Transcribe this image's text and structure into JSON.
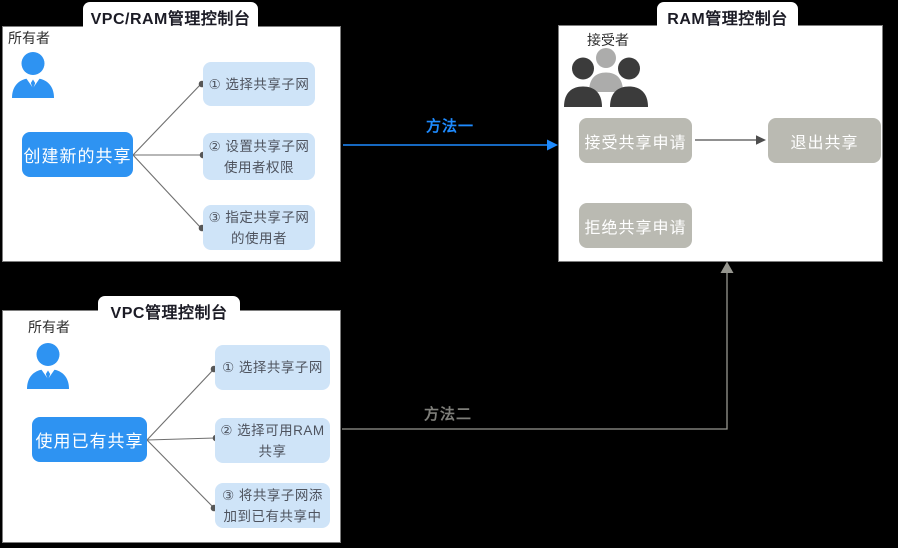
{
  "diagram_title": "VPC subnet sharing via RAM - methods diagram",
  "panel_vpc_ram": {
    "title": "VPC/RAM管理控制台",
    "actor_label": "所有者",
    "action_label": "创建新的共享",
    "steps": [
      {
        "line1": "① 选择共享子网",
        "line2": ""
      },
      {
        "line1": "② 设置共享子网",
        "line2": "使用者权限"
      },
      {
        "line1": "③ 指定共享子网",
        "line2": "的使用者"
      }
    ]
  },
  "panel_ram": {
    "title": "RAM管理控制台",
    "actor_label": "接受者",
    "accept_label": "接受共享申请",
    "quit_label": "退出共享",
    "reject_label": "拒绝共享申请"
  },
  "panel_vpc": {
    "title": "VPC管理控制台",
    "actor_label": "所有者",
    "action_label": "使用已有共享",
    "steps": [
      {
        "line1": "① 选择共享子网",
        "line2": ""
      },
      {
        "line1": "② 选择可用RAM",
        "line2": "共享"
      },
      {
        "line1": "③ 将共享子网添",
        "line2": "加到已有共享中"
      }
    ]
  },
  "labels": {
    "method1": "方法一",
    "method2": "方法二"
  },
  "icons": {
    "owner": "person-icon",
    "receivers": "people-group-icon"
  },
  "colors": {
    "background": "#000000",
    "panel_bg": "#ffffff",
    "panel_border": "#7e7e7e",
    "action_blue": "#2e93f2",
    "step_bg": "#cfe4f8",
    "step_text": "#4e535e",
    "gray_button": "#babab2",
    "method1_blue": "#1e8bff",
    "method2_gray": "#7e7e79",
    "connector_gray": "#6f6f6f",
    "people_dark": "#3b3b3b",
    "people_light": "#acacab"
  }
}
